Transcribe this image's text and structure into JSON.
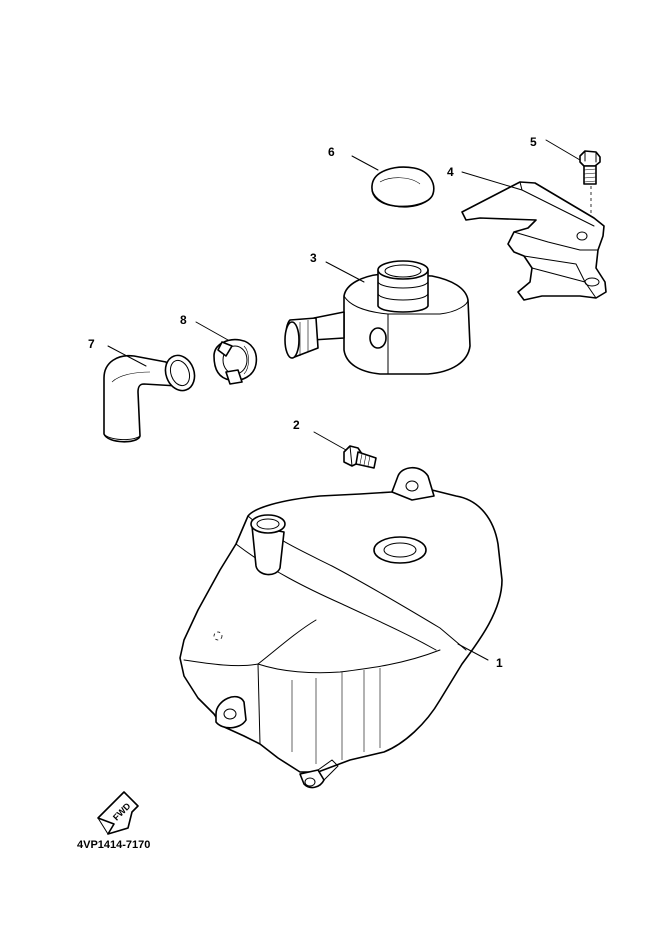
{
  "diagram": {
    "part_number": "4VP1414-7170",
    "fwd_label": "FWD",
    "callouts": [
      "1",
      "2",
      "3",
      "4",
      "5",
      "6",
      "7",
      "8"
    ]
  }
}
